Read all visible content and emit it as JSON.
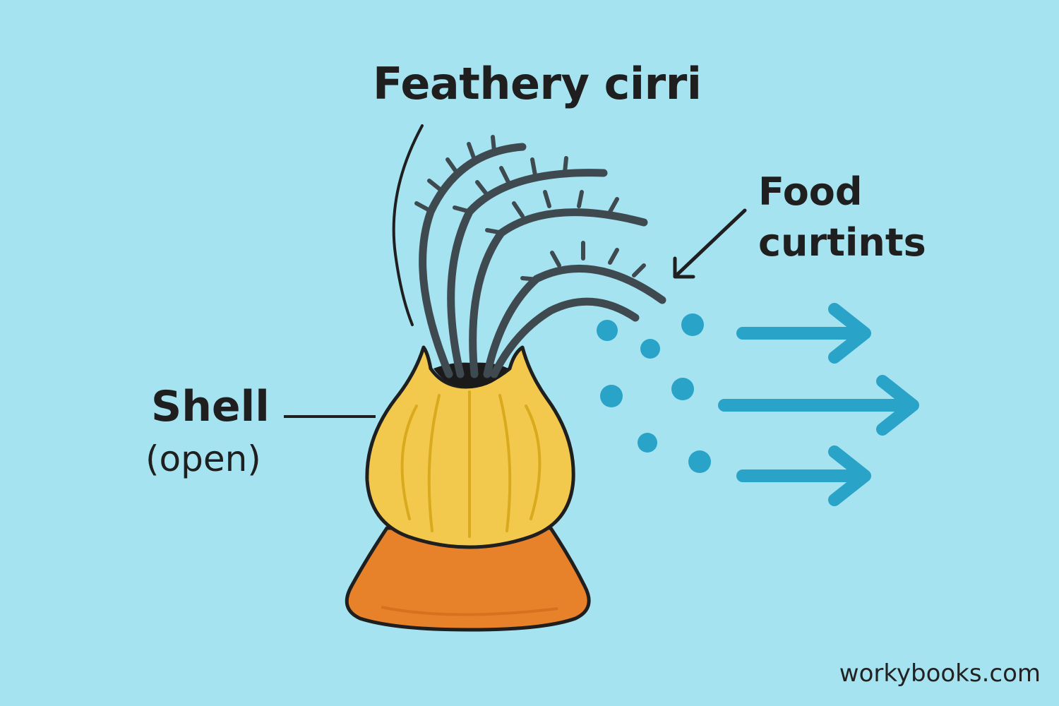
{
  "labels": {
    "feathery_cirri": "Feathery cirri",
    "food_line1": "Food",
    "food_line2": "curtints",
    "shell": "Shell",
    "shell_sub": "(open)",
    "source": "workybooks.com"
  },
  "colors": {
    "background": "#a6e3f1",
    "cirri": "#3f4a50",
    "shell": "#f2c94c",
    "shell_ridges": "#d9a91e",
    "base": "#e8822a",
    "outline": "#1f1f1f",
    "particles_and_arrows": "#2aa3c9"
  },
  "icons": {
    "food_particles": "dots",
    "current_arrows": "right-arrow"
  }
}
